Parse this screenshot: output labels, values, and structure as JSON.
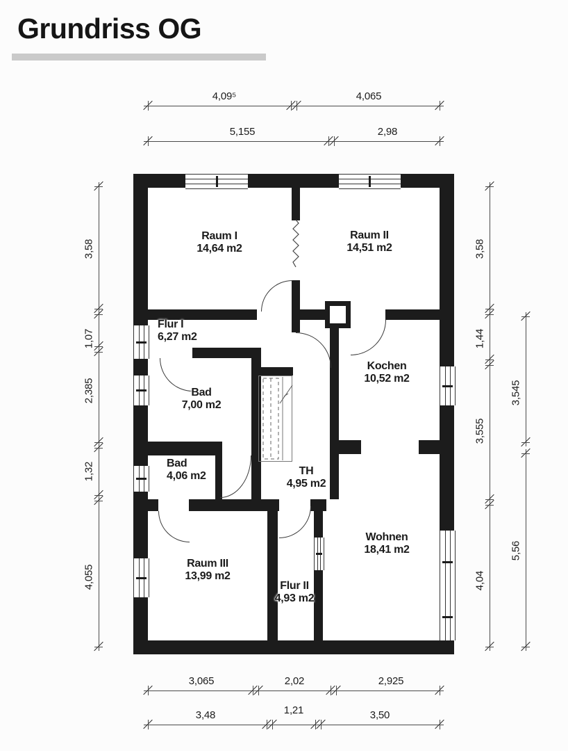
{
  "title": "Grundriss OG",
  "rooms": [
    {
      "name": "Raum I",
      "area": "14,64 m2"
    },
    {
      "name": "Raum II",
      "area": "14,51 m2"
    },
    {
      "name": "Flur I",
      "area": "6,27 m2"
    },
    {
      "name": "Kochen",
      "area": "10,52 m2"
    },
    {
      "name": "Bad",
      "area": "7,00 m2"
    },
    {
      "name": "Bad",
      "area": "4,06 m2"
    },
    {
      "name": "TH",
      "area": "4,95 m2"
    },
    {
      "name": "Wohnen",
      "area": "18,41 m2"
    },
    {
      "name": "Raum III",
      "area": "13,99 m2"
    },
    {
      "name": "Flur II",
      "area": "4,93 m2"
    }
  ],
  "dims": {
    "top1": [
      "4,09⁵",
      "4,065"
    ],
    "top2": [
      "5,155",
      "2,98"
    ],
    "bottom1": [
      "3,065",
      "2,02",
      "2,925"
    ],
    "bottom2": [
      "3,48",
      "1,21",
      "3,50"
    ],
    "left": [
      "3,58",
      "1,07",
      "2,385",
      "1,32",
      "4,055"
    ],
    "right_inner": [
      "3,58",
      "1,44",
      "3,555",
      "4,04"
    ],
    "right_outer": [
      "3,545",
      "5,56"
    ]
  },
  "colors": {
    "wall": "#1c1c1c",
    "window_line": "#333333",
    "dimension_line": "#4a4a4a",
    "title_bar": "#cacaca",
    "background": "#fcfcfc"
  }
}
